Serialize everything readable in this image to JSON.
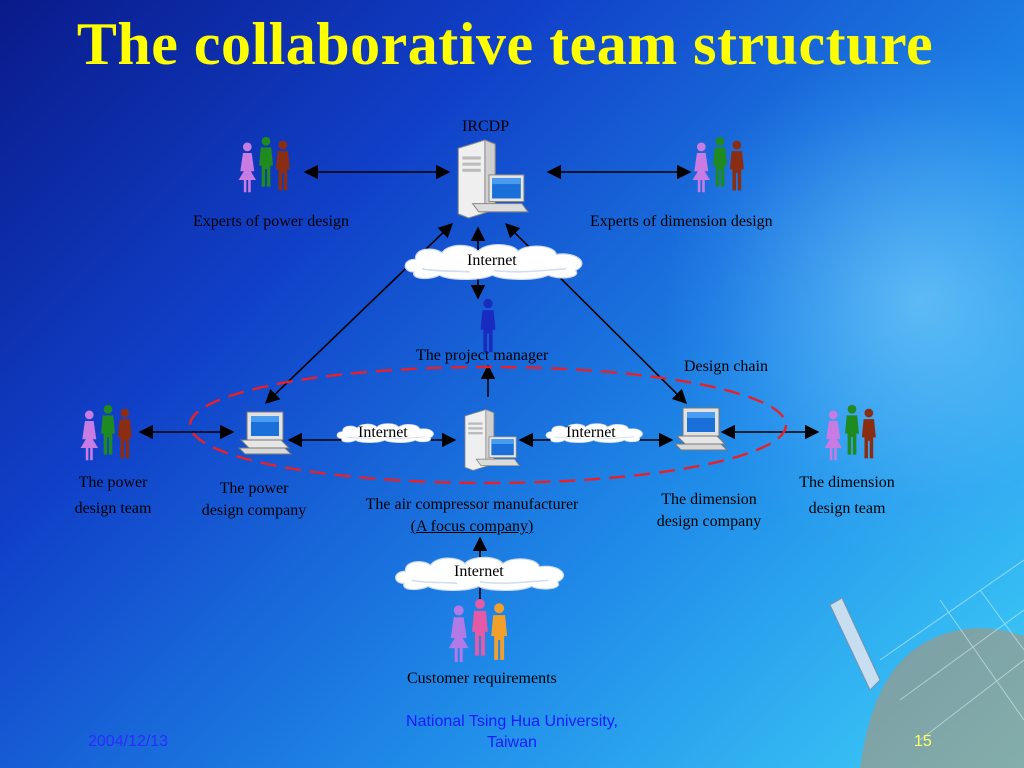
{
  "title": "The collaborative team structure",
  "labels": {
    "ircdp": "IRCDP",
    "experts_power": "Experts of power design",
    "experts_dimension": "Experts of dimension design",
    "project_manager": "The project manager",
    "design_chain": "Design chain",
    "power_team": [
      "The power",
      "design team"
    ],
    "power_company": [
      "The power",
      "design company"
    ],
    "manufacturer": "The air compressor manufacturer",
    "focus_company": "(A focus company)",
    "dimension_company": [
      "The dimension",
      "design company"
    ],
    "dimension_team": [
      "The dimension",
      "design team"
    ],
    "customer": "Customer requirements"
  },
  "clouds": {
    "top": "Internet",
    "mid_left": "Internet",
    "mid_right": "Internet",
    "bottom": "Internet"
  },
  "footer": {
    "date": "2004/12/13",
    "university": [
      "National Tsing Hua University,",
      "Taiwan"
    ],
    "page": "15"
  },
  "colors": {
    "title": "#ffff00",
    "ellipse": "#e8202a",
    "footer_text": "#2b2bff"
  }
}
